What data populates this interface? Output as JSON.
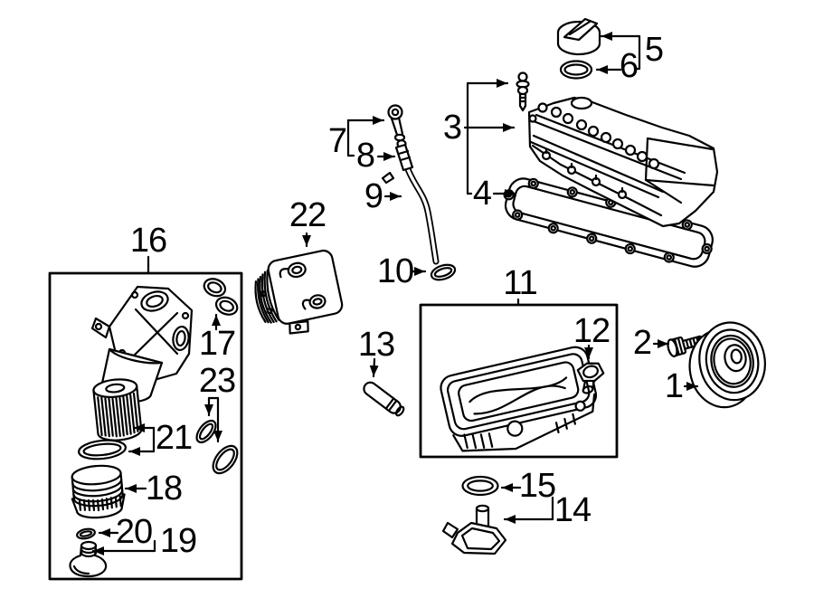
{
  "diagram": {
    "background_color": "#ffffff",
    "line_color": "#000000",
    "callouts": {
      "c1": "1",
      "c2": "2",
      "c3": "3",
      "c4": "4",
      "c5": "5",
      "c6": "6",
      "c7": "7",
      "c8": "8",
      "c9": "9",
      "c10": "10",
      "c11": "11",
      "c12": "12",
      "c13": "13",
      "c14": "14",
      "c15": "15",
      "c16": "16",
      "c17": "17",
      "c18": "18",
      "c19": "19",
      "c20": "20",
      "c21": "21",
      "c22": "22",
      "c23": "23"
    }
  }
}
